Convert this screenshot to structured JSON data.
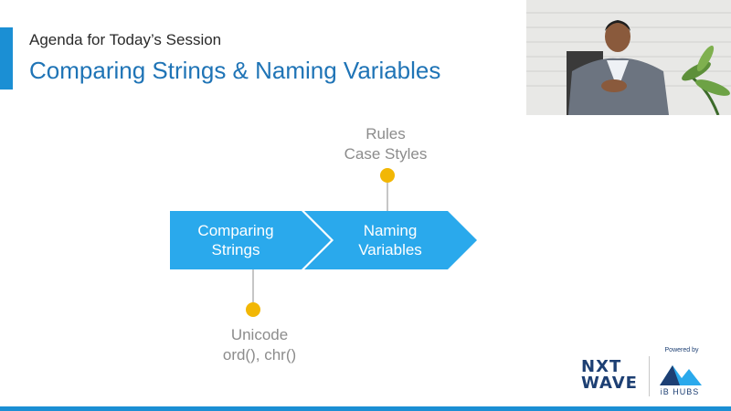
{
  "slide": {
    "subtitle": "Agenda for Today’s Session",
    "title": "Comparing Strings & Naming Variables"
  },
  "steps": [
    {
      "line1": "Comparing",
      "line2": "Strings"
    },
    {
      "line1": "Naming",
      "line2": "Variables"
    }
  ],
  "markers": {
    "top": {
      "line1": "Rules",
      "line2": "Case Styles"
    },
    "bottom": {
      "line1": "Unicode",
      "line2": "ord(), chr()"
    }
  },
  "branding": {
    "logo_line1": "NXT",
    "logo_line2": "WAVE",
    "powered_by": "Powered by",
    "partner": "iB HUBS"
  },
  "colors": {
    "accent_blue": "#1b8fd4",
    "title_blue": "#1f74b6",
    "arrow_blue": "#2aa9ec",
    "marker_yellow": "#f2b705",
    "marker_text": "#8c8c8c"
  }
}
